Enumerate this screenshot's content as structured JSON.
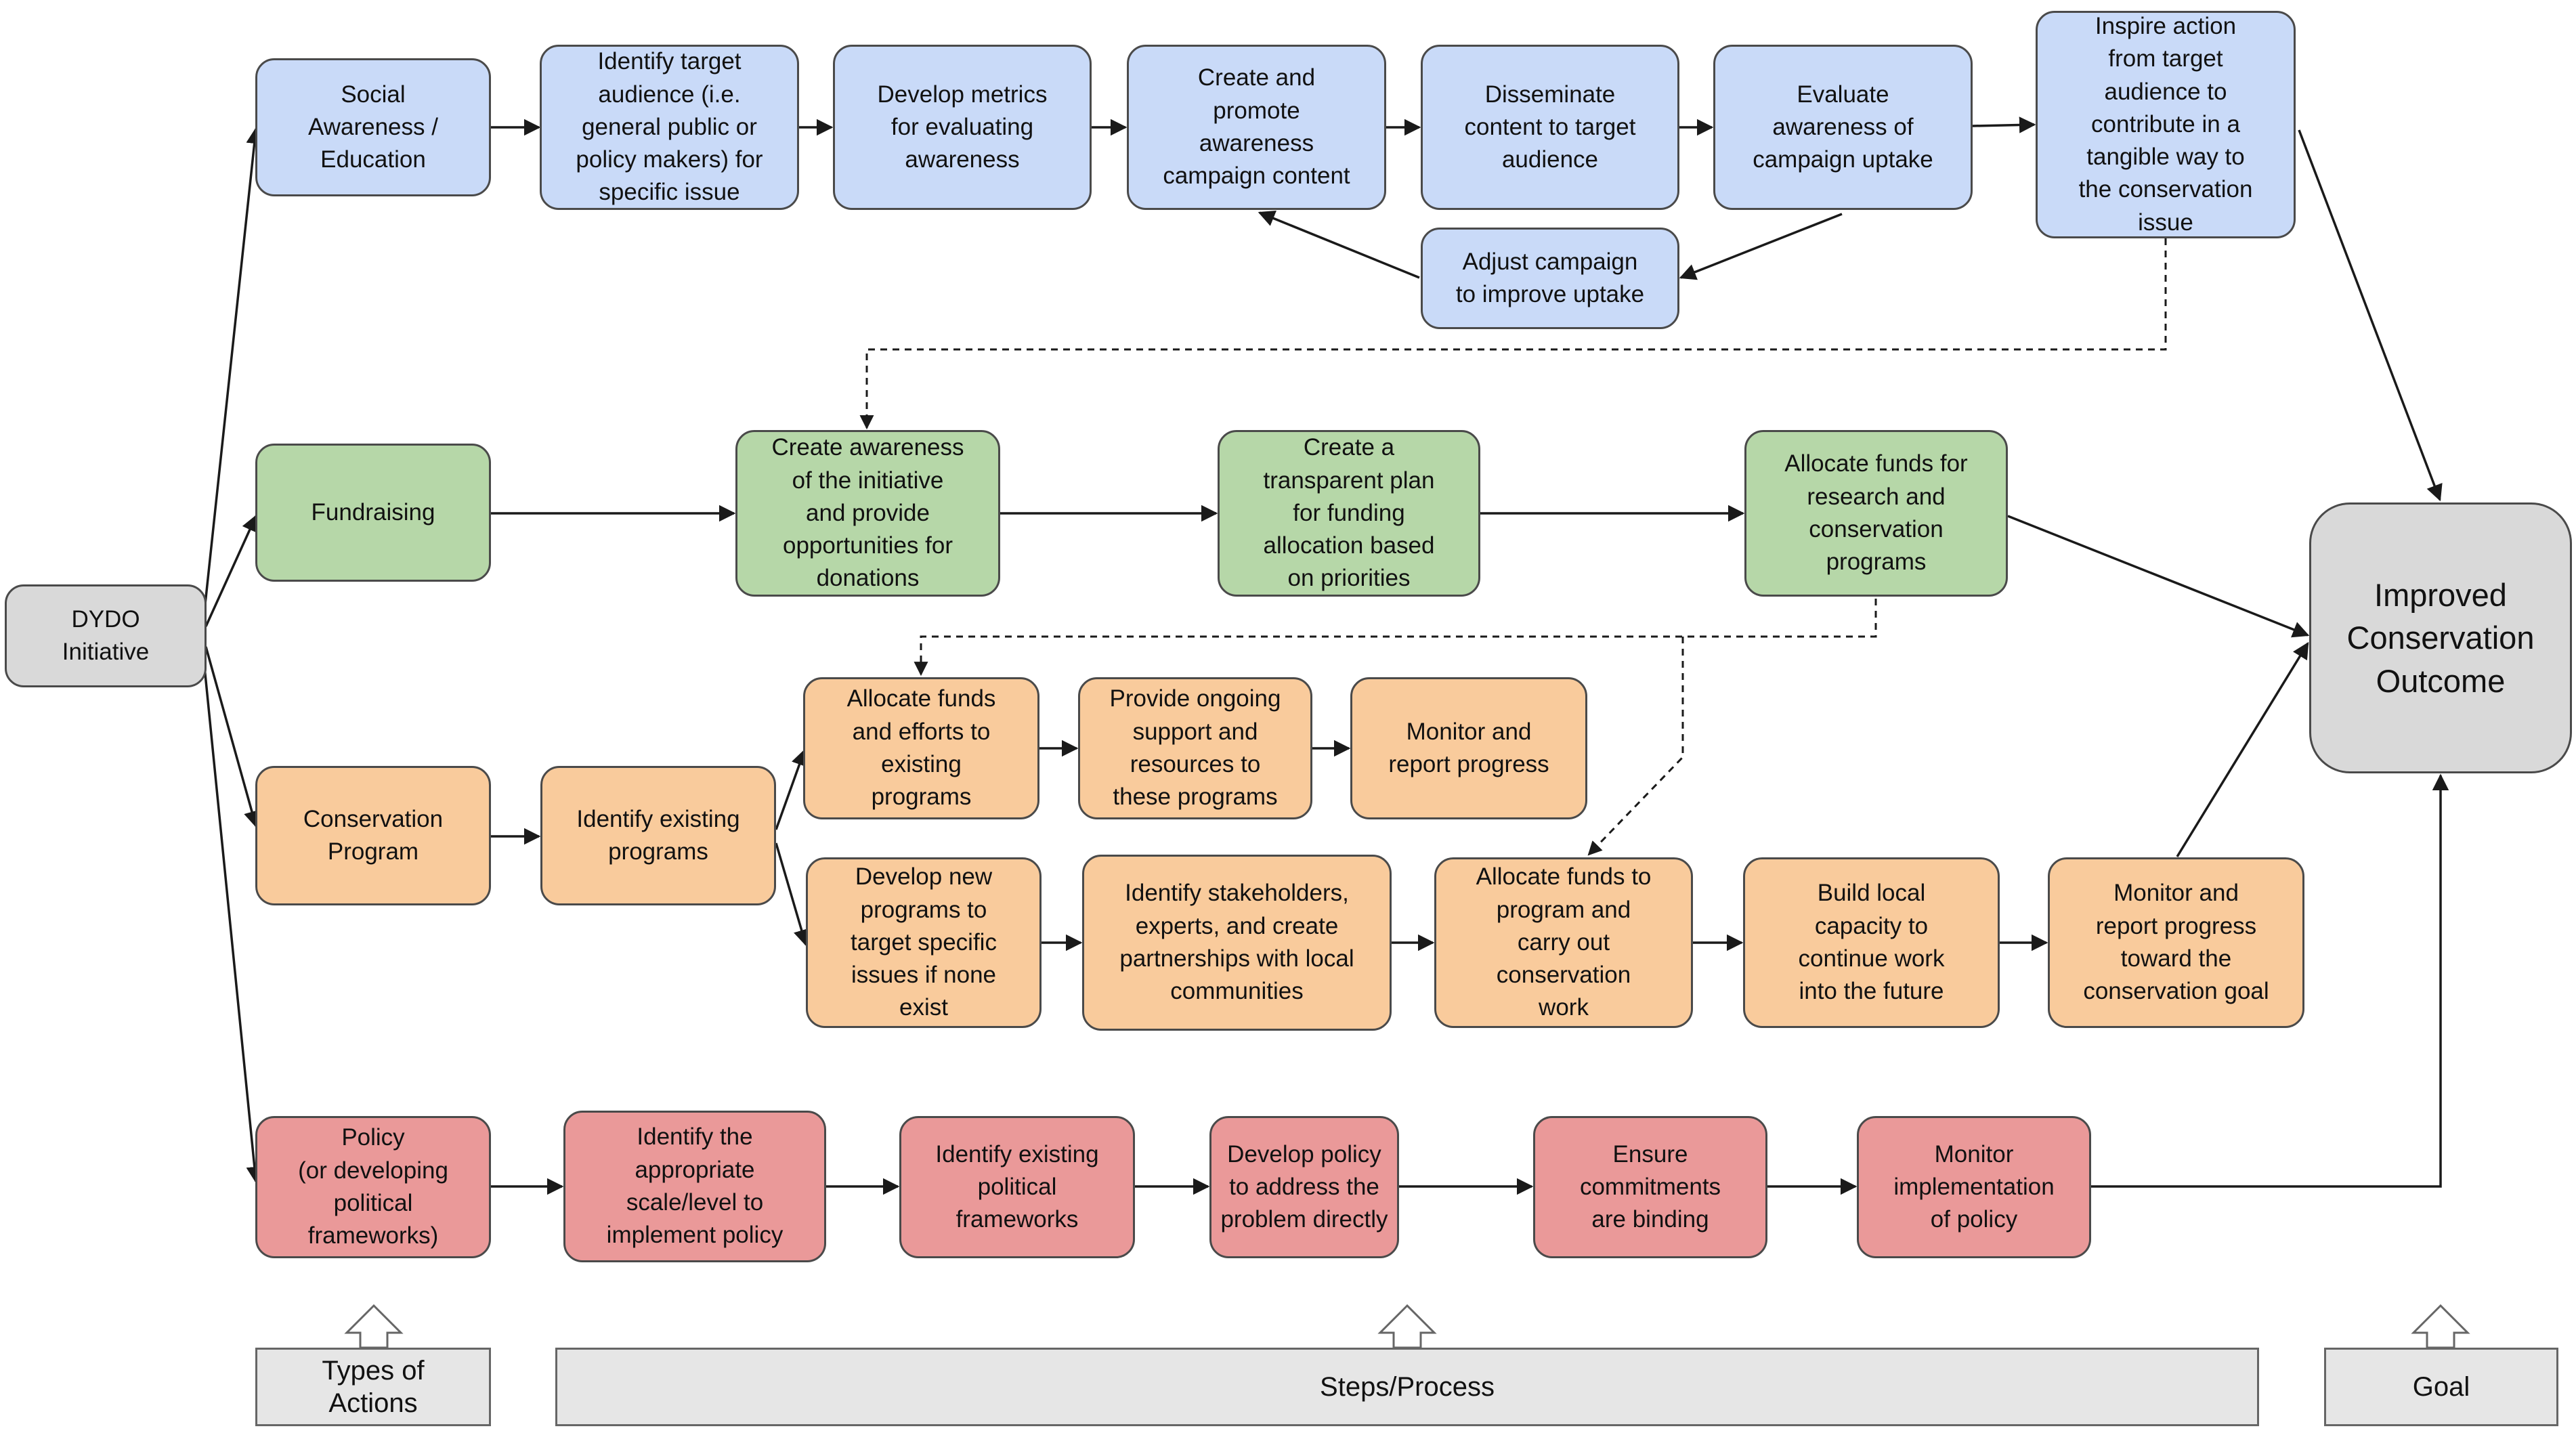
{
  "nodes": {
    "dydo": "DYDO\nInitiative",
    "social": "Social\nAwareness /\nEducation",
    "s_target": "Identify target\naudience (i.e.\ngeneral public or\npolicy makers) for\nspecific issue",
    "s_metrics": "Develop metrics\nfor evaluating\nawareness",
    "s_create": "Create and\npromote\nawareness\ncampaign content",
    "s_disseminate": "Disseminate\ncontent to target\naudience",
    "s_evaluate": "Evaluate\nawareness of\ncampaign uptake",
    "s_inspire": "Inspire action\nfrom target\naudience to\ncontribute in a\ntangible way to\nthe conservation\nissue",
    "s_adjust": "Adjust campaign\nto improve uptake",
    "fundraising": "Fundraising",
    "f_create": "Create awareness\nof the initiative\nand provide\nopportunities for\ndonations",
    "f_plan": "Create a\ntransparent plan\nfor funding\nallocation based\non priorities",
    "f_allocate": "Allocate funds for\nresearch and\nconservation\nprograms",
    "conservation": "Conservation\nProgram",
    "c_identify": "Identify existing\nprograms",
    "c_allocate_existing": "Allocate funds\nand efforts to\nexisting\nprograms",
    "c_support": "Provide ongoing\nsupport and\nresources to\nthese programs",
    "c_monitor1": "Monitor and\nreport progress",
    "c_develop": "Develop new\nprograms to\ntarget specific\nissues if none\nexist",
    "c_stakeholders": "Identify stakeholders,\nexperts, and create\npartnerships with local\ncommunities",
    "c_allocate_program": "Allocate funds to\nprogram and\ncarry out\nconservation\nwork",
    "c_capacity": "Build local\ncapacity to\ncontinue work\ninto the future",
    "c_monitor2": "Monitor and\nreport progress\ntoward the\nconservation goal",
    "policy": "Policy\n(or developing\npolitical\nframeworks)",
    "p_scale": "Identify the\nappropriate\nscale/level  to\nimplement policy",
    "p_frameworks": "Identify existing\npolitical\nframeworks",
    "p_develop": "Develop policy\nto address the\nproblem directly",
    "p_binding": "Ensure\ncommitments\nare binding",
    "p_monitor": "Monitor\nimplementation\nof policy",
    "goal": "Improved\nConservation\nOutcome"
  },
  "legend": {
    "types": "Types of\nActions",
    "steps": "Steps/Process",
    "goal": "Goal"
  },
  "colors": {
    "social": "#c9daf8",
    "fundraising": "#b6d7a8",
    "conservation": "#f9cb9c",
    "policy": "#ea9999",
    "neutral": "#d9d9d9",
    "edge": "#1a1a1a"
  }
}
